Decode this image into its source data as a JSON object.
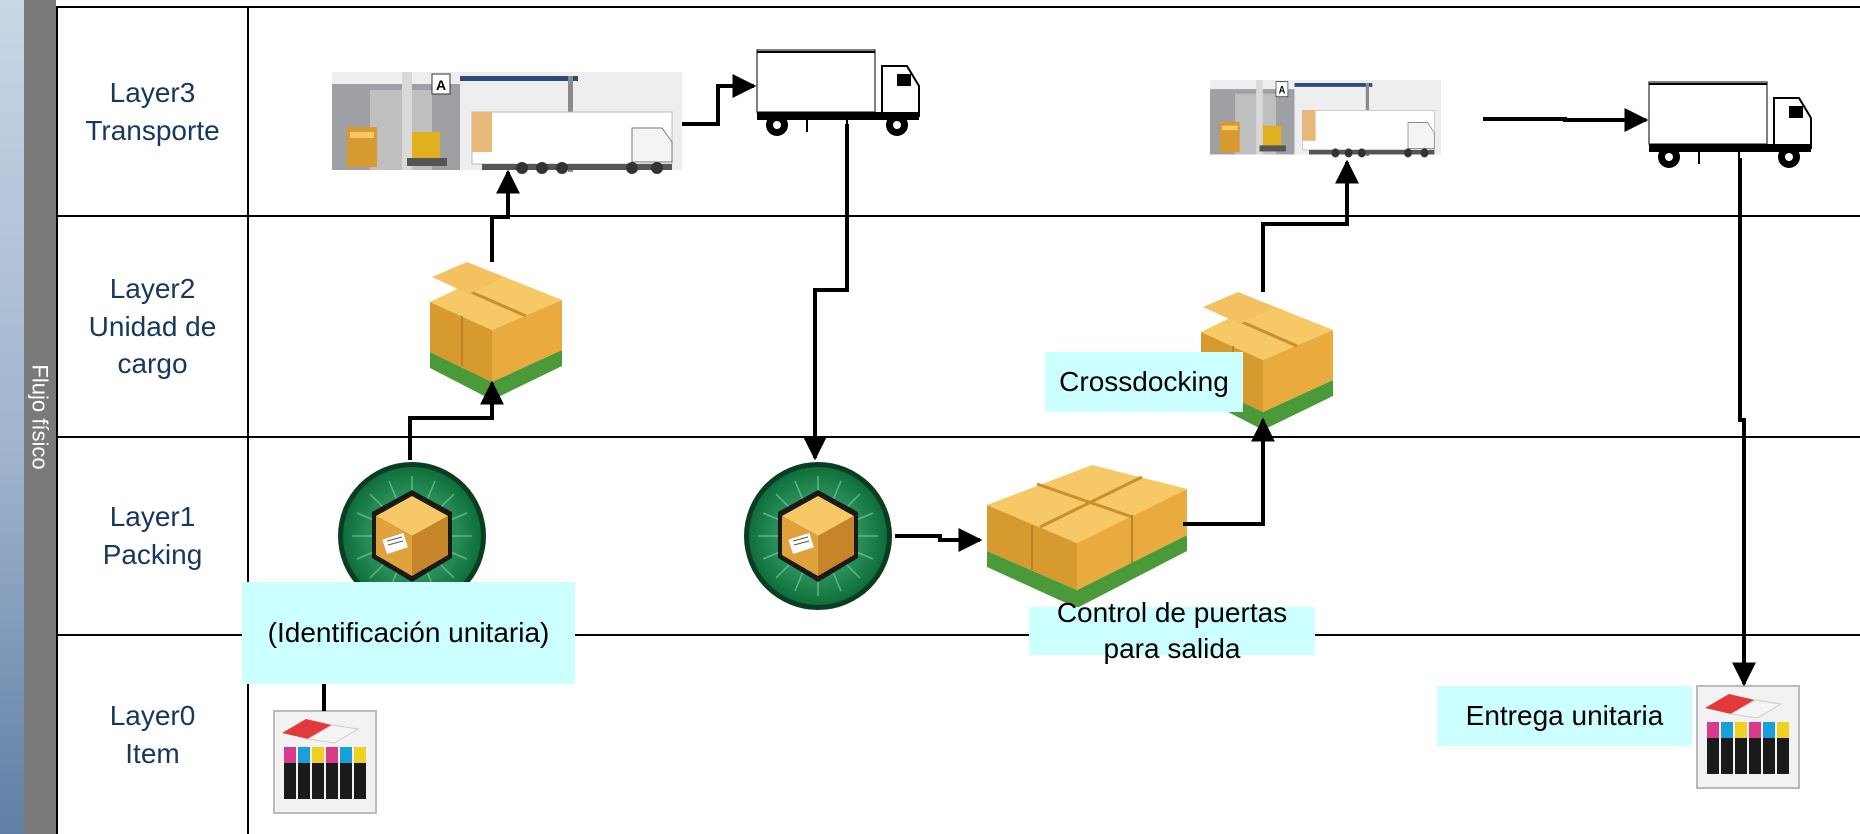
{
  "side_label": "Flujo físico",
  "layers": [
    {
      "id": "layer3",
      "label": "Layer3\nTransporte"
    },
    {
      "id": "layer2",
      "label": "Layer2\nUnidad de\ncargo"
    },
    {
      "id": "layer1",
      "label": "Layer1\nPacking"
    },
    {
      "id": "layer0",
      "label": "Layer0\nItem"
    }
  ],
  "annotations": {
    "identificacion": "(Identificación unitaria)",
    "crossdocking": "Crossdocking",
    "control_puertas": "Control de puertas\npara salida",
    "entrega": "Entrega unitaria"
  },
  "colors": {
    "label_text": "#17375e",
    "note_fill": "#ccffff",
    "side_band": "#7a7a7a",
    "badge_green": "#1e7b48",
    "box_tan": "#f0b848"
  }
}
